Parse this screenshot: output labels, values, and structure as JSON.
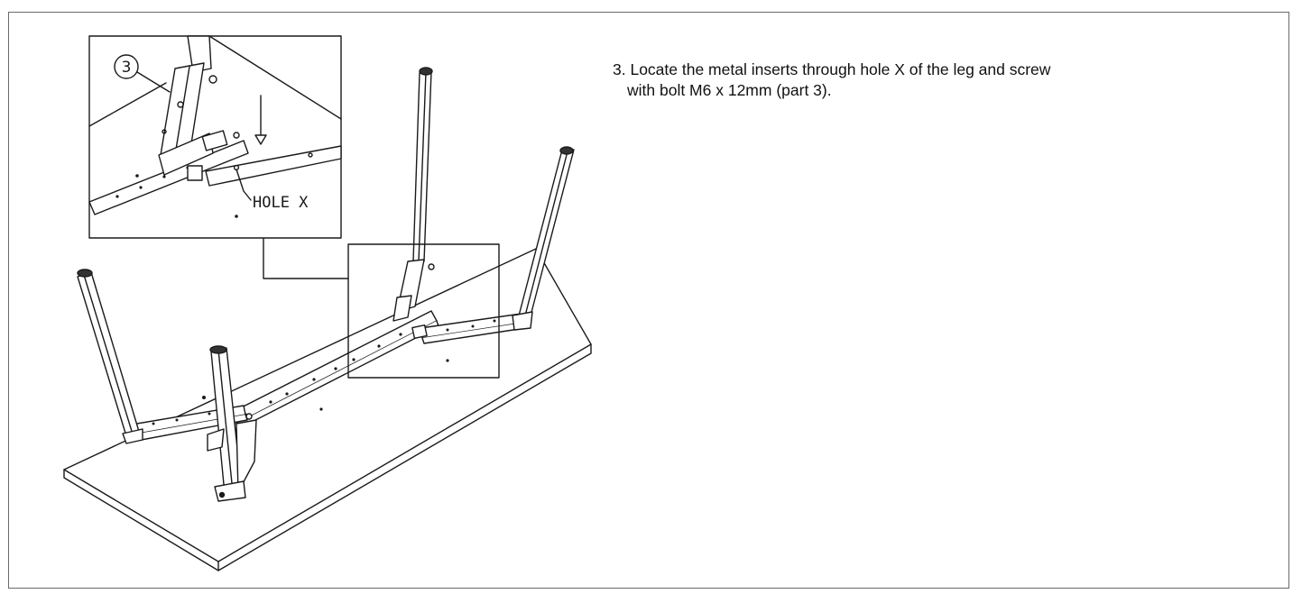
{
  "instruction": {
    "line1": "3. Locate the metal inserts through hole X of the leg and screw",
    "line2": "with bolt M6 x 12mm (part 3)."
  },
  "detail": {
    "part_number": "3",
    "hole_label": "HOLE X"
  }
}
